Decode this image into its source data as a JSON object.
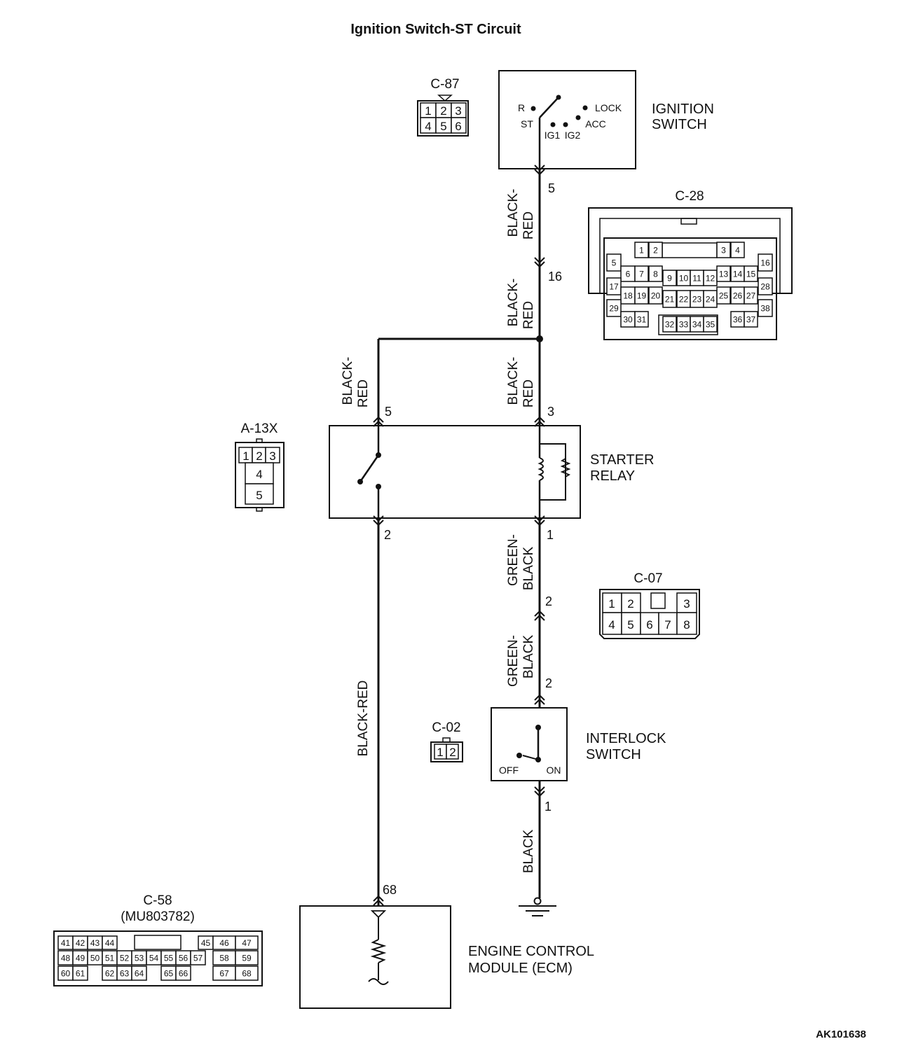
{
  "title": "Ignition Switch-ST Circuit",
  "figure_code": "AK101638",
  "components": {
    "ignition_switch": {
      "name_line1": "IGNITION",
      "name_line2": "SWITCH",
      "positions": {
        "r": "R",
        "st": "ST",
        "ig1": "IG1",
        "ig2": "IG2",
        "acc": "ACC",
        "lock": "LOCK"
      }
    },
    "starter_relay": {
      "name_line1": "STARTER",
      "name_line2": "RELAY"
    },
    "interlock_switch": {
      "name_line1": "INTERLOCK",
      "name_line2": "SWITCH",
      "off": "OFF",
      "on": "ON"
    },
    "ecm": {
      "name_line1": "ENGINE CONTROL",
      "name_line2": "MODULE (ECM)"
    }
  },
  "connectors": {
    "c87": {
      "label": "C-87",
      "cells": [
        "1",
        "2",
        "3",
        "4",
        "5",
        "6"
      ]
    },
    "c28": {
      "label": "C-28",
      "cells": [
        "1",
        "2",
        "3",
        "4",
        "5",
        "6",
        "7",
        "8",
        "9",
        "10",
        "11",
        "12",
        "13",
        "14",
        "15",
        "16",
        "17",
        "18",
        "19",
        "20",
        "21",
        "22",
        "23",
        "24",
        "25",
        "26",
        "27",
        "28",
        "29",
        "30",
        "31",
        "32",
        "33",
        "34",
        "35",
        "36",
        "37",
        "38"
      ]
    },
    "a13x": {
      "label": "A-13X",
      "cells": [
        "1",
        "2",
        "3",
        "4",
        "5"
      ]
    },
    "c07": {
      "label": "C-07",
      "cells": [
        "1",
        "2",
        "3",
        "4",
        "5",
        "6",
        "7",
        "8"
      ]
    },
    "c02": {
      "label": "C-02",
      "cells": [
        "1",
        "2"
      ]
    },
    "c58": {
      "label": "C-58",
      "part": "(MU803782)",
      "cells": [
        "41",
        "42",
        "43",
        "44",
        "45",
        "46",
        "47",
        "48",
        "49",
        "50",
        "51",
        "52",
        "53",
        "54",
        "55",
        "56",
        "57",
        "58",
        "59",
        "60",
        "61",
        "62",
        "63",
        "64",
        "65",
        "66",
        "67",
        "68"
      ]
    }
  },
  "pins": {
    "ign_5": "5",
    "c28_16": "16",
    "relay_5": "5",
    "relay_3": "3",
    "relay_2": "2",
    "relay_1": "1",
    "c07_2": "2",
    "interlock_2": "2",
    "interlock_1": "1",
    "ecm_68": "68"
  },
  "wires": {
    "w1_a": "BLACK-",
    "w1_b": "RED",
    "w2_a": "BLACK-",
    "w2_b": "RED",
    "w3_a": "BLACK-",
    "w3_b": "RED",
    "w4_a": "BLACK-",
    "w4_b": "RED",
    "w5": "BLACK-RED",
    "w6_a": "GREEN-",
    "w6_b": "BLACK",
    "w7_a": "GREEN-",
    "w7_b": "BLACK",
    "w8": "BLACK"
  }
}
